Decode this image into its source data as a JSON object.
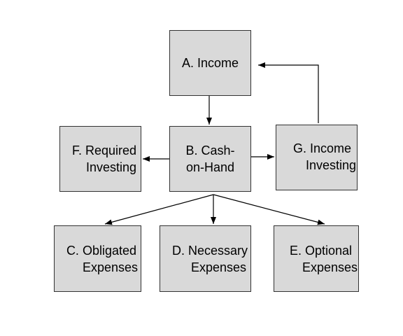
{
  "diagram": {
    "nodes": {
      "a": {
        "line1": "A. Income"
      },
      "b": {
        "line1": "B. Cash-",
        "line2": "on-Hand"
      },
      "c": {
        "line1": "C. Obligated",
        "line2": "Expenses"
      },
      "d": {
        "line1": "D. Necessary",
        "line2": "Expenses"
      },
      "e": {
        "line1": "E. Optional",
        "line2": "Expenses"
      },
      "f": {
        "line1": "F. Required",
        "line2": "Investing"
      },
      "g": {
        "line1": "G. Income",
        "line2": "Investing"
      }
    },
    "edges": [
      {
        "from": "a",
        "to": "b"
      },
      {
        "from": "b",
        "to": "f"
      },
      {
        "from": "b",
        "to": "g"
      },
      {
        "from": "g",
        "to": "a"
      },
      {
        "from": "b",
        "to": "c"
      },
      {
        "from": "b",
        "to": "d"
      },
      {
        "from": "b",
        "to": "e"
      }
    ],
    "colors": {
      "node_fill": "#d9d9d9",
      "border": "#333333",
      "arrow": "#000000"
    }
  }
}
